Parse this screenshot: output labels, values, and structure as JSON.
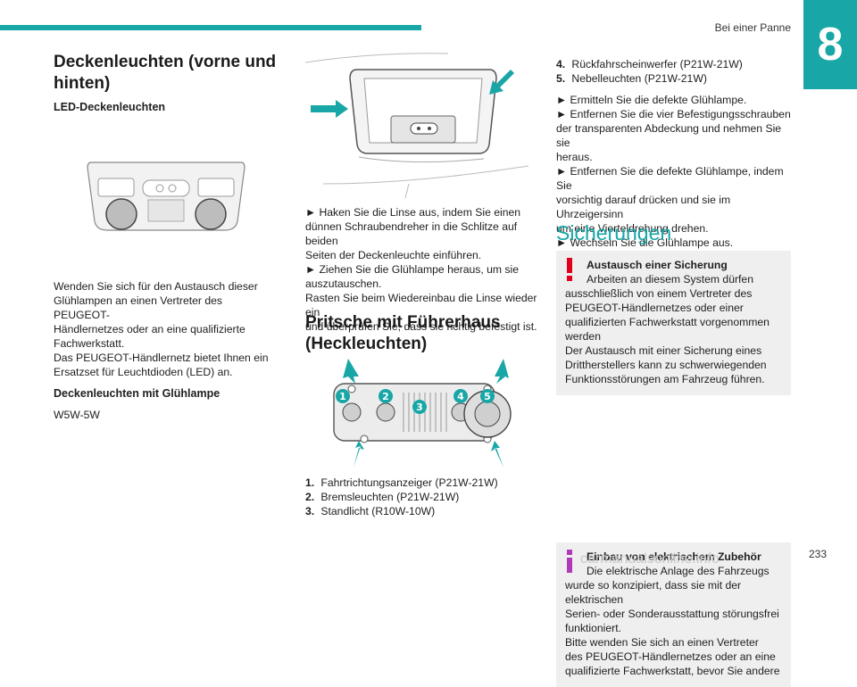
{
  "header": {
    "section": "Bei einer Panne",
    "chapter": "8"
  },
  "col1": {
    "title": "Deckenleuchten (vorne und hinten)",
    "subtitle": "LED-Deckenleuchten",
    "para1": [
      "Wenden Sie sich für den Austausch dieser",
      "Glühlampen an einen Vertreter des PEUGEOT-",
      "Händlernetzes oder an eine qualifizierte",
      "Fachwerkstatt.",
      "Das PEUGEOT-Händlernetz bietet Ihnen ein",
      "Ersatzset für Leuchtdioden (LED) an."
    ],
    "subtitle2": "Deckenleuchten mit Glühlampe",
    "bulb": "W5W-5W"
  },
  "col2": {
    "steps": [
      "► Haken Sie die Linse aus, indem Sie einen",
      "dünnen Schraubendreher in die Schlitze auf beiden",
      "Seiten der Deckenleuchte einführen.",
      "► Ziehen Sie die Glühlampe heraus, um sie",
      "auszutauschen.",
      "Rasten Sie beim Wiedereinbau die Linse wieder ein",
      "und überprüfen Sie, dass sie richtig befestigt ist."
    ],
    "title2": "Pritsche mit Führerhaus (Heckleuchten)",
    "markers": [
      "1",
      "2",
      "3",
      "4",
      "5"
    ],
    "list": [
      {
        "n": "1.",
        "t": "Fahrtrichtungsanzeiger (P21W-21W)"
      },
      {
        "n": "2.",
        "t": "Bremsleuchten (P21W-21W)"
      },
      {
        "n": "3.",
        "t": "Standlicht (R10W-10W)"
      }
    ]
  },
  "col3": {
    "list": [
      {
        "n": "4.",
        "t": "Rückfahrscheinwerfer (P21W-21W)"
      },
      {
        "n": "5.",
        "t": "Nebelleuchten (P21W-21W)"
      }
    ],
    "steps": [
      "► Ermitteln Sie die defekte Glühlampe.",
      "► Entfernen Sie die vier Befestigungsschrauben",
      "der transparenten Abdeckung und nehmen Sie sie",
      "heraus.",
      "► Entfernen Sie die defekte Glühlampe, indem Sie",
      "vorsichtig darauf drücken und sie im Uhrzeigersinn",
      "um eine Vierteldrehung drehen.",
      "► Wechseln Sie die Glühlampe aus."
    ],
    "title": "Sicherungen",
    "warn_head": "Austausch einer Sicherung",
    "warn_lines": [
      "Arbeiten an diesem System dürfen",
      "ausschließlich von einem Vertreter des",
      "PEUGEOT-Händlernetzes oder einer",
      "qualifizierten Fachwerkstatt vorgenommen",
      "werden",
      "Der Austausch mit einer Sicherung eines",
      "Drittherstellers kann zu schwerwiegenden",
      "Funktionsstörungen am Fahrzeug führen."
    ],
    "info_head": "Einbau von elektrischem Zubehör",
    "info_lines": [
      "Die elektrische Anlage des Fahrzeugs",
      "wurde so konzipiert, dass sie mit der elektrischen",
      "Serien- oder Sonderausstattung störungsfrei",
      "funktioniert.",
      "Bitte wenden Sie sich an einen Vertreter",
      "des PEUGEOT-Händlernetzes oder an eine",
      "qualifizierte Fachwerkstatt, bevor Sie andere"
    ]
  },
  "footer": {
    "page": "233",
    "watermark": "carmanualsonline.info"
  },
  "colors": {
    "accent": "#19a6a6",
    "warning": "#e3001b",
    "info": "#b03ab8"
  }
}
